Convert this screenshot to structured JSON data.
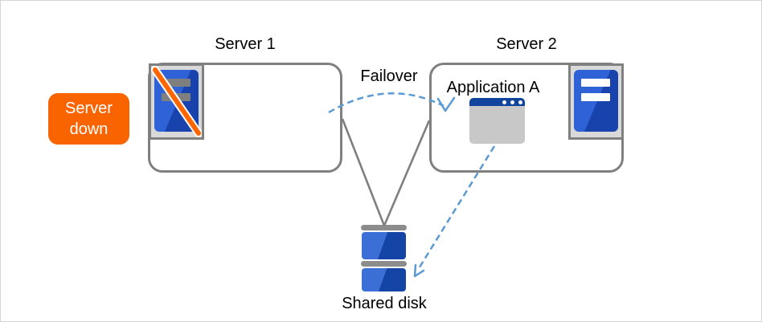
{
  "badge": {
    "label": "Server\ndown"
  },
  "server1": {
    "title": "Server 1"
  },
  "server2": {
    "title": "Server 2",
    "application": {
      "label": "Application A"
    }
  },
  "failover": {
    "label": "Failover"
  },
  "shared_disk": {
    "label": "Shared disk"
  },
  "icons": {
    "server1": "server-down-icon",
    "server2": "server-icon",
    "application": "app-window-icon",
    "shared_disk": "disk-stack-icon"
  },
  "colors": {
    "badge_bg": "#FA6400",
    "badge_text": "#FFFFFF",
    "label_text": "#000000",
    "box_border": "#808080",
    "icon_plate_bg": "#D9D9D9",
    "server_blue_light": "#2E62D6",
    "server_blue_dark": "#1843AD",
    "server1_bar_gray": "#7F7F7F",
    "server2_bar_white": "#FFFFFF",
    "slash_orange": "#FF6600",
    "window_titlebar_blue": "#11449C",
    "window_body_gray": "#C8C8C8",
    "disk_blue_light": "#3B6FD6",
    "disk_blue_dark": "#1344A6",
    "disk_cap_gray": "#8C8C8C",
    "connector_gray": "#7F7F7F",
    "dashed_arrow_blue": "#5B9BD5"
  }
}
